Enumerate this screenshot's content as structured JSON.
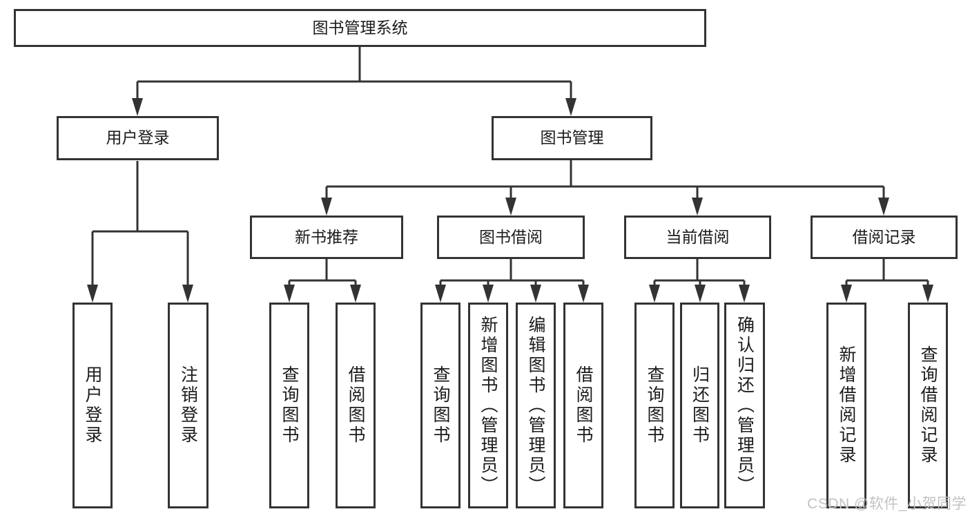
{
  "colors": {
    "line": "#333333",
    "box_border": "#333333",
    "text": "#1b1b1b",
    "watermark_text": "#c2c2c2",
    "background": "#ffffff"
  },
  "tree": {
    "root": {
      "label": "图书管理系统"
    },
    "children": [
      {
        "label": "用户登录",
        "children": [
          {
            "label": "用户登录"
          },
          {
            "label": "注销登录"
          }
        ]
      },
      {
        "label": "图书管理",
        "children": [
          {
            "label": "新书推荐",
            "children": [
              {
                "label": "查询图书"
              },
              {
                "label": "借阅图书"
              }
            ]
          },
          {
            "label": "图书借阅",
            "children": [
              {
                "label": "查询图书"
              },
              {
                "label": "新增图书（管理员）"
              },
              {
                "label": "编辑图书（管理员）"
              },
              {
                "label": "借阅图书"
              }
            ]
          },
          {
            "label": "当前借阅",
            "children": [
              {
                "label": "查询图书"
              },
              {
                "label": "归还图书"
              },
              {
                "label": "确认归还（管理员）"
              }
            ]
          },
          {
            "label": "借阅记录",
            "children": [
              {
                "label": "新增借阅记录"
              },
              {
                "label": "查询借阅记录"
              }
            ]
          }
        ]
      }
    ]
  },
  "watermark": "CSDN @软件_小贺同学"
}
